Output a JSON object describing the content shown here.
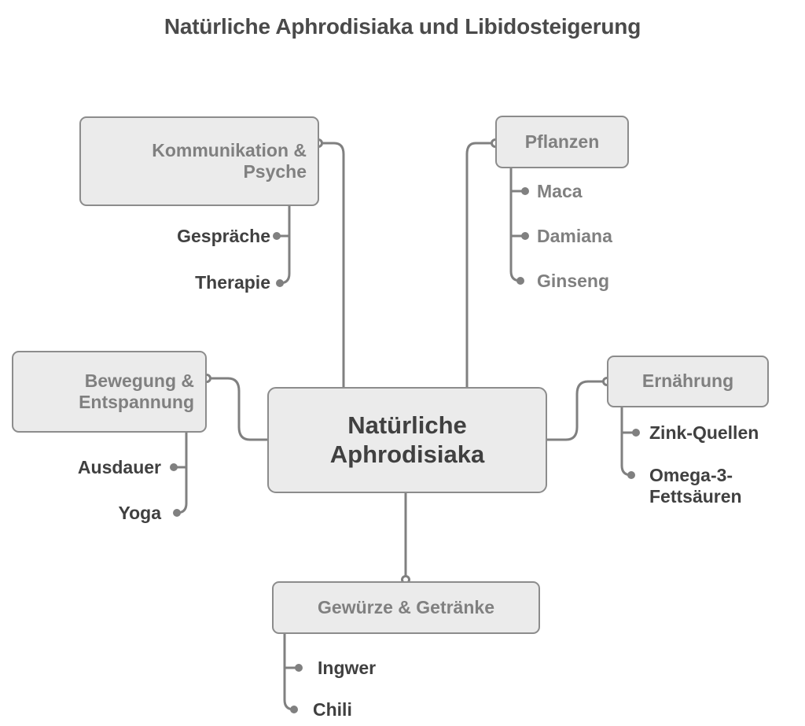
{
  "title": "Natürliche Aphrodisiaka und Libidosteigerung",
  "colors": {
    "node_fill": "#ebebeb",
    "node_border": "#8c8c8c",
    "connector": "#808080",
    "title_text": "#4a4a4a",
    "central_text": "#404040",
    "branch_text": "#808080",
    "leaf_text_dark": "#404040",
    "leaf_text_mid": "#808080",
    "background": "#ffffff"
  },
  "central": {
    "label": "Natürliche\nAphrodisiaka",
    "line1": "Natürliche",
    "line2": "Aphrodisiaka"
  },
  "branches": [
    {
      "id": "kommunikation",
      "label": "Kommunikation &\nPsyche",
      "label_line1": "Kommunikation &",
      "label_line2": "Psyche",
      "leaf_style": "dark",
      "leaves": [
        "Gespräche",
        "Therapie"
      ]
    },
    {
      "id": "pflanzen",
      "label": "Pflanzen",
      "leaf_style": "mid",
      "leaves": [
        "Maca",
        "Damiana",
        "Ginseng"
      ]
    },
    {
      "id": "bewegung",
      "label": "Bewegung &\nEntspannung",
      "label_line1": "Bewegung &",
      "label_line2": "Entspannung",
      "leaf_style": "dark",
      "leaves": [
        "Ausdauer",
        "Yoga"
      ]
    },
    {
      "id": "ernaehrung",
      "label": "Ernährung",
      "leaf_style": "dark",
      "leaves": [
        "Zink-Quellen",
        "Omega-3-\nFettsäuren"
      ]
    },
    {
      "id": "gewuerze",
      "label": "Gewürze & Getränke",
      "leaf_style": "dark",
      "leaves": [
        "Ingwer",
        "Chili"
      ]
    }
  ]
}
